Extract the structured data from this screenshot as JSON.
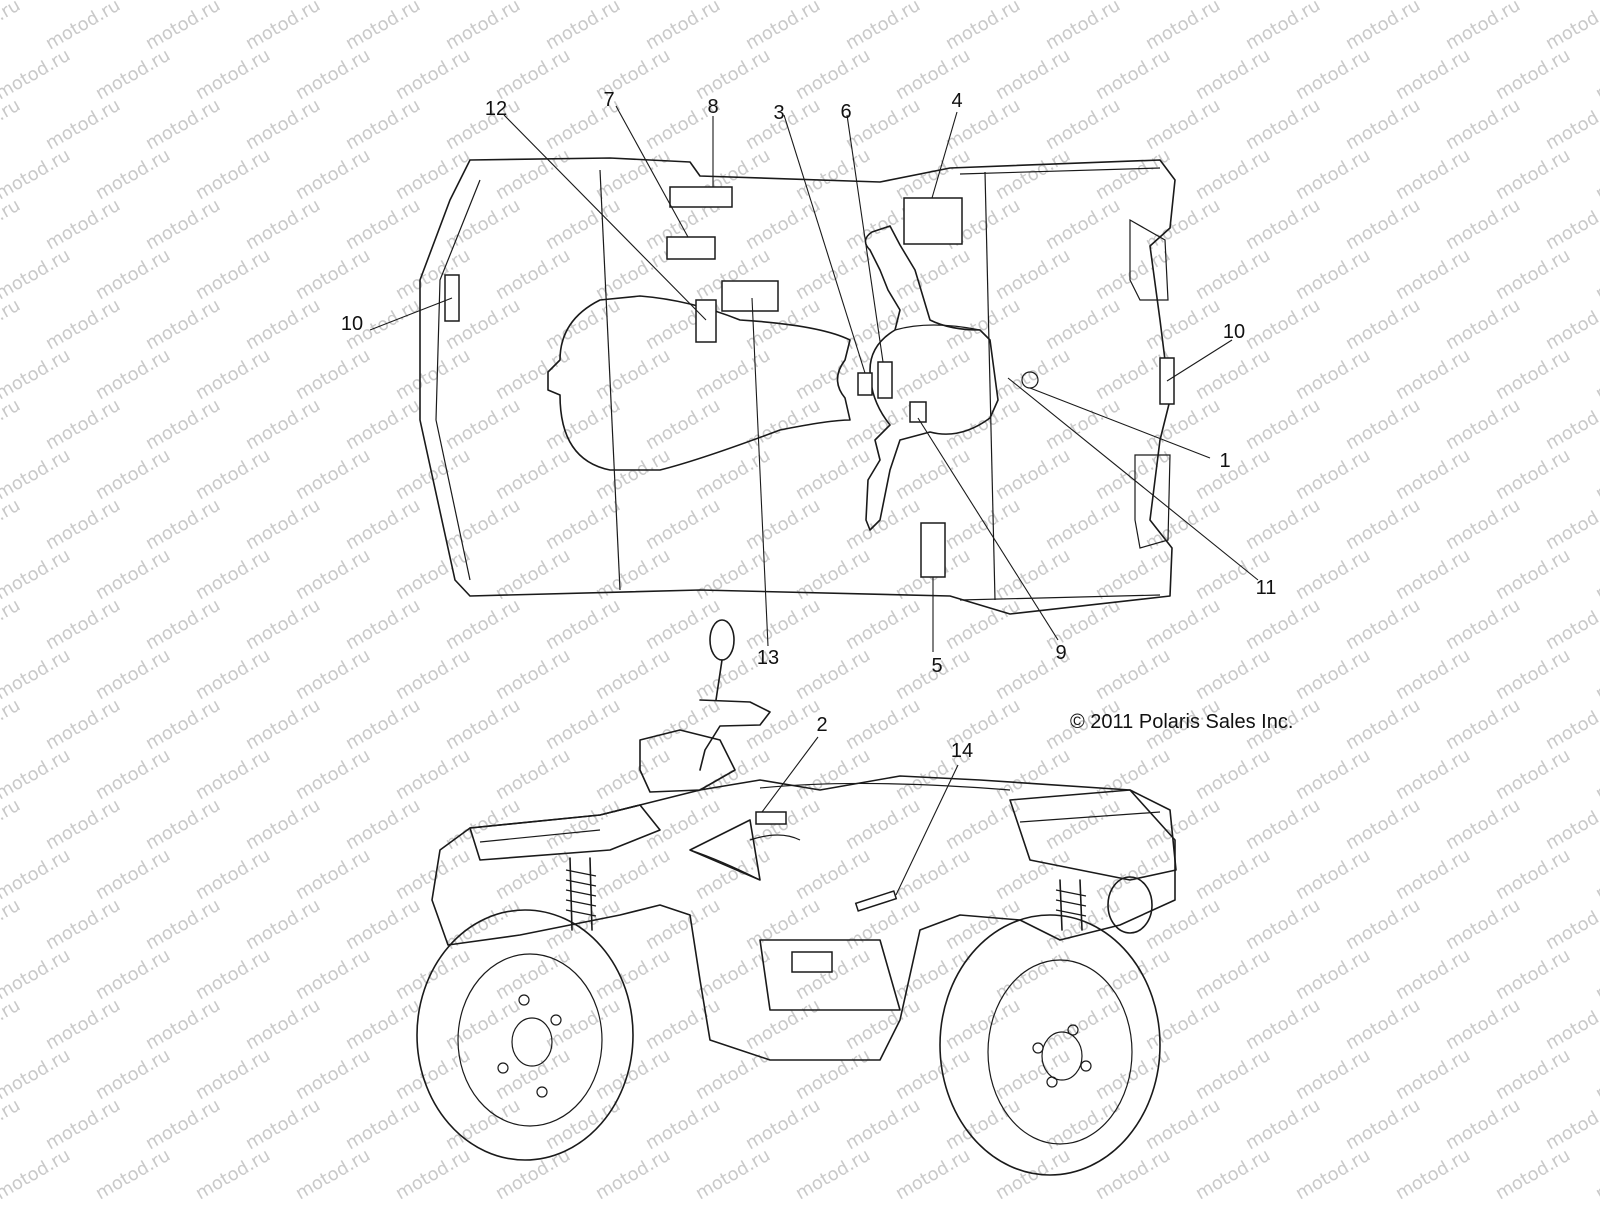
{
  "watermark": "motod.ru",
  "copyright": "© 2011 Polaris Sales Inc.",
  "callouts": {
    "c1": "1",
    "c2": "2",
    "c3": "3",
    "c4": "4",
    "c5": "5",
    "c6": "6",
    "c7": "7",
    "c8": "8",
    "c9": "9",
    "c10a": "10",
    "c10b": "10",
    "c11": "11",
    "c12": "12",
    "c13": "13",
    "c14": "14"
  }
}
